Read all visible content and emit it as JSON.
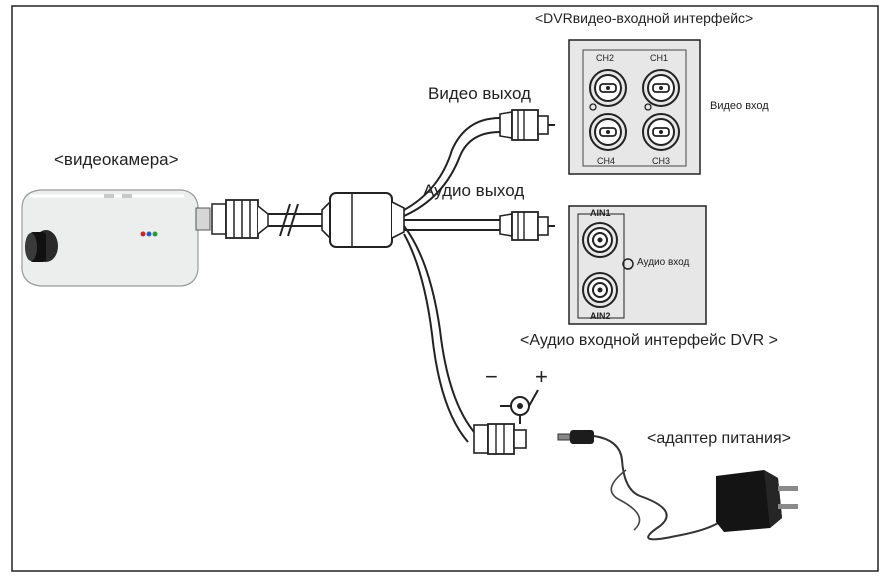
{
  "labels": {
    "camera": "<видеокамера>",
    "video_out": "Видео выход",
    "audio_out": "Аудио выход",
    "dvr_video_title": "<DVRвидео-входной интерфейс>",
    "video_in": "Видео вход",
    "audio_in": "Аудио вход",
    "dvr_audio_title": "<Аудио входной интерфейс DVR >",
    "power_adapter": "<адаптер питания>",
    "polarity_minus": "−",
    "polarity_plus": "+"
  },
  "video_panel": {
    "channels": [
      "CH2",
      "CH1",
      "CH4",
      "CH3"
    ]
  },
  "audio_panel": {
    "inputs": [
      "AIN1",
      "AIN2"
    ]
  },
  "colors": {
    "line": "#222222",
    "panel_fill": "#e7e7e7",
    "camera_body": "#eceeee"
  }
}
